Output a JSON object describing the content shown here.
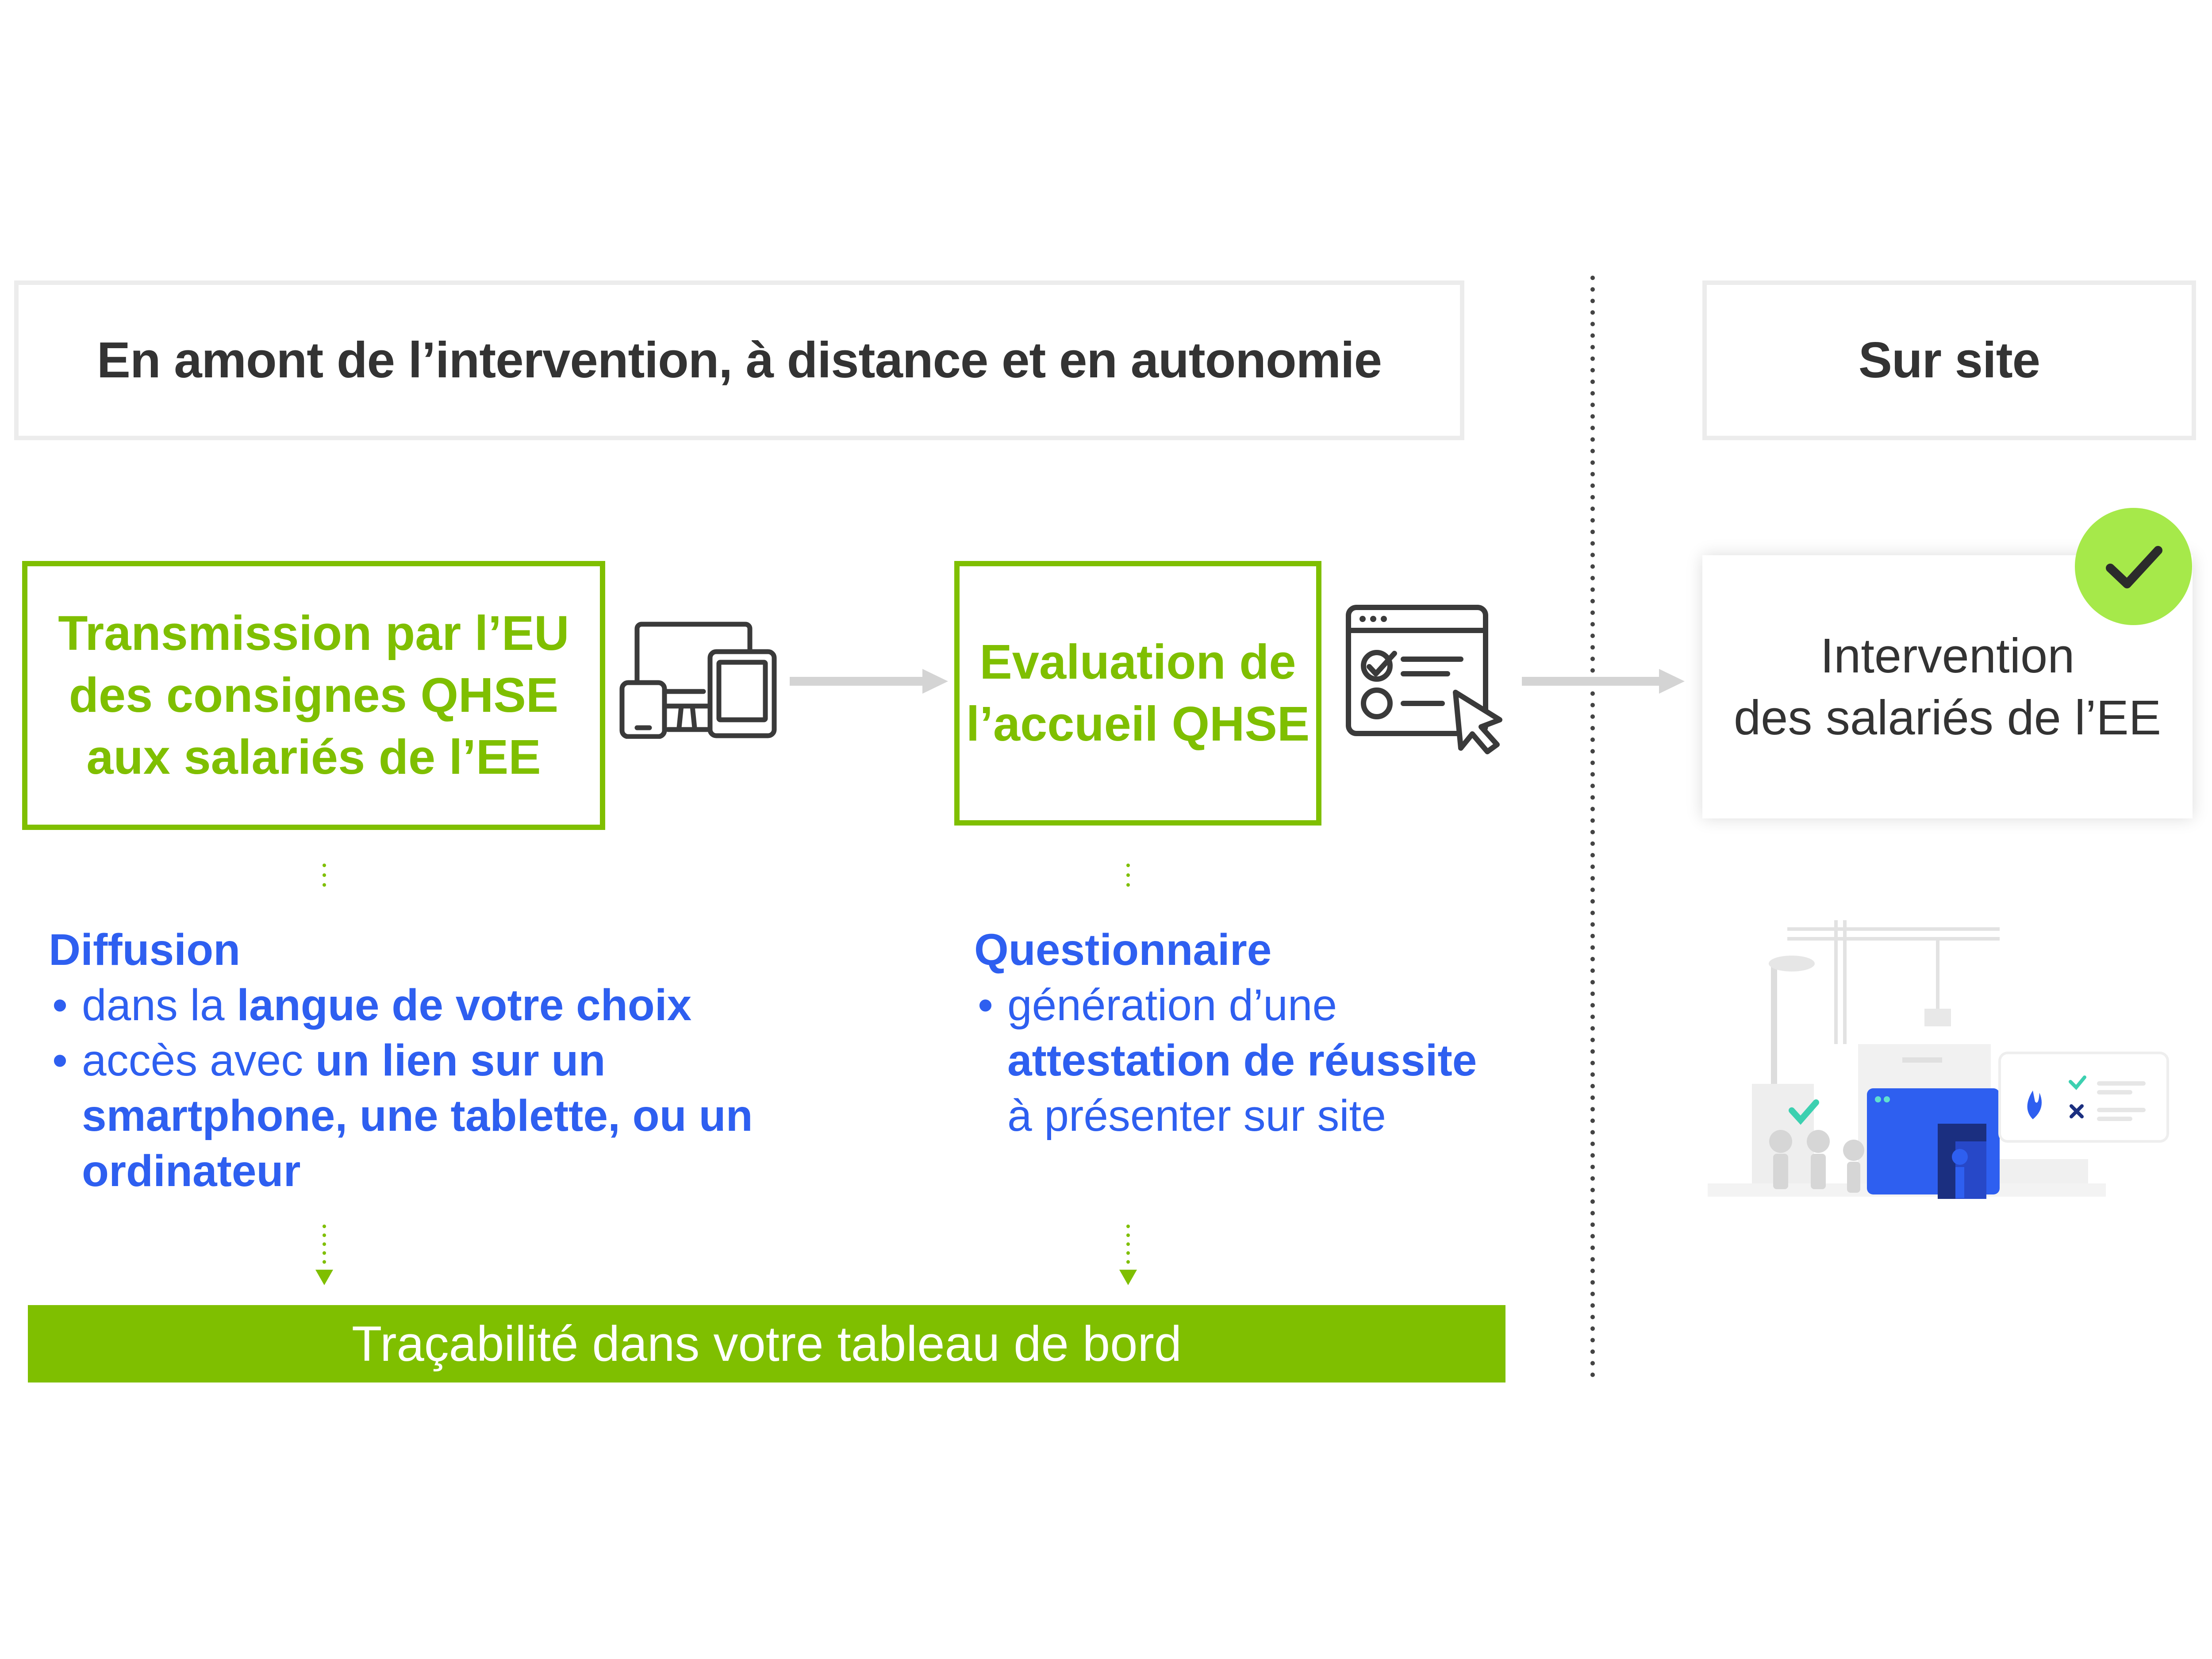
{
  "headers": {
    "left": "En amont de l’intervention, à distance et en autonomie",
    "right": "Sur site"
  },
  "steps": {
    "transmission": {
      "lines": [
        "Transmission par l’EU",
        "des consignes QHSE",
        "aux salariés de l’EE"
      ]
    },
    "evaluation": {
      "lines": [
        "Evaluation de",
        "l’accueil QHSE"
      ]
    }
  },
  "cards": {
    "diffusion": {
      "title": "Diffusion",
      "bullet1_pre": "dans la ",
      "bullet1_bold": "langue de votre choix",
      "bullet2_pre": "accès avec ",
      "bullet2_bold1": "un lien sur un",
      "bullet2_bold2": "smartphone, une tablette, ou un",
      "bullet2_bold3": "ordinateur"
    },
    "questionnaire": {
      "title": "Questionnaire",
      "bullet_pre": "génération d’une",
      "bullet_bold": "attestation de réussite",
      "bullet_post": "à présenter sur site"
    }
  },
  "banner": "Traçabilité dans votre tableau de bord",
  "intervention": {
    "line1": "Intervention",
    "line2": "des salariés de l’EE"
  },
  "bullet_glyph": "•",
  "icons": [
    "devices-icon",
    "form-checklist-icon",
    "check-icon",
    "worksite-illustration"
  ],
  "colors": {
    "green": "#7fbf00",
    "blue": "#2e5ff0",
    "header_text": "#333333",
    "badge": "#a6e94a",
    "arrow": "#d4d4d4"
  }
}
